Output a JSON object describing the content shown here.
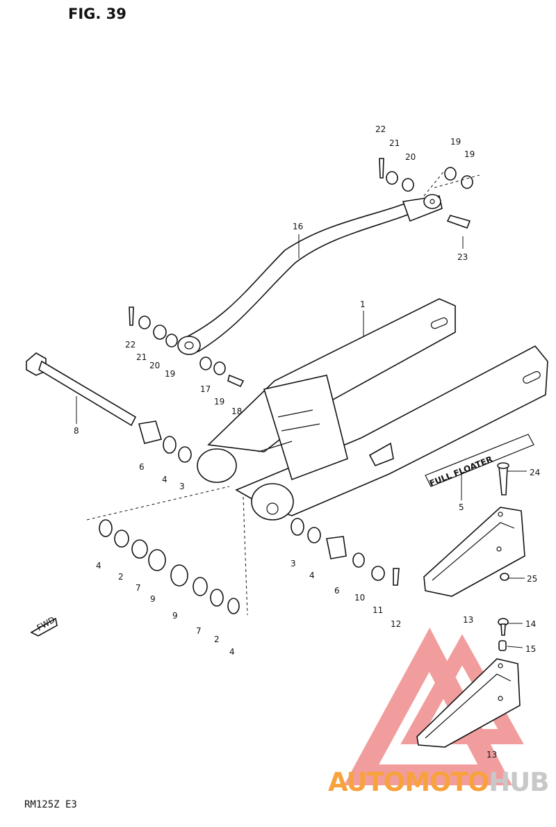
{
  "figure": {
    "title": "FIG. 39",
    "model_code": "RM125Z E3",
    "decal_text": "FULL FLOATER",
    "front_arrow": "FWD"
  },
  "part_labels": {
    "l1": "1",
    "l2a": "2",
    "l2b": "2",
    "l3a": "3",
    "l3b": "3",
    "l4a": "4",
    "l4b": "4",
    "l4c": "4",
    "l4d": "4",
    "l5": "5",
    "l6a": "6",
    "l6b": "6",
    "l7a": "7",
    "l7b": "7",
    "l8": "8",
    "l9a": "9",
    "l9b": "9",
    "l10": "10",
    "l11": "11",
    "l12": "12",
    "l13a": "13",
    "l13b": "13",
    "l14": "14",
    "l15": "15",
    "l16": "16",
    "l17": "17",
    "l18": "18",
    "l19a": "19",
    "l19b": "19",
    "l19c": "19",
    "l19d": "19",
    "l20a": "20",
    "l20b": "20",
    "l21a": "21",
    "l21b": "21",
    "l22a": "22",
    "l22b": "22",
    "l23": "23",
    "l24": "24",
    "l25": "25"
  },
  "watermark": {
    "part1": "AUTOMOTO",
    "part2": "HUB",
    "color_triangle": "#f08c8c",
    "color_part1": "#f7a23d",
    "color_part2": "#c8c8c8"
  }
}
